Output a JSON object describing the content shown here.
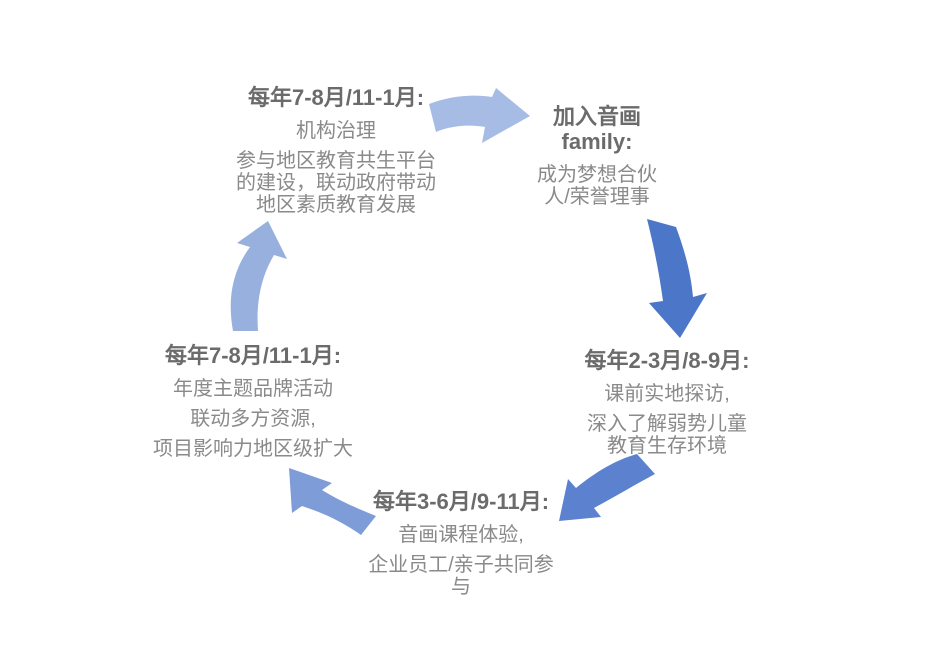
{
  "diagram": {
    "name": "annual-partner-cycle",
    "text_colors": {
      "header": "#6b6b6b",
      "body": "#8a8a8a"
    },
    "steps": [
      {
        "id": "governance",
        "header_lines": [
          "每年7-8月/11-1月:"
        ],
        "paragraphs": [
          [
            "机构治理"
          ],
          [
            "参与地区教育共生平台",
            "的建设，联动政府带动",
            "地区素质教育发展"
          ]
        ]
      },
      {
        "id": "join-family",
        "header_lines": [
          "加入音画",
          "family:"
        ],
        "paragraphs": [
          [
            "成为梦想合伙",
            "人/荣誉理事"
          ]
        ]
      },
      {
        "id": "field-visit",
        "header_lines": [
          "每年2-3月/8-9月:"
        ],
        "paragraphs": [
          [
            "课前实地探访,"
          ],
          [
            "深入了解弱势儿童",
            "教育生存环境"
          ]
        ]
      },
      {
        "id": "course-experience",
        "header_lines": [
          "每年3-6月/9-11月:"
        ],
        "paragraphs": [
          [
            "音画课程体验,"
          ],
          [
            "企业员工/亲子共同参",
            "与"
          ]
        ]
      },
      {
        "id": "brand-activity",
        "header_lines": [
          "每年7-8月/11-1月:"
        ],
        "paragraphs": [
          [
            "年度主题品牌活动"
          ],
          [
            "联动多方资源,"
          ],
          [
            "项目影响力地区级扩大"
          ]
        ]
      }
    ],
    "arrows": [
      {
        "name": "arrow-top",
        "color": "#a6bce4"
      },
      {
        "name": "arrow-right",
        "color": "#4c77c9"
      },
      {
        "name": "arrow-bottom-right",
        "color": "#5c82cf"
      },
      {
        "name": "arrow-bottom-left",
        "color": "#7e9cd8"
      },
      {
        "name": "arrow-left",
        "color": "#98b0de"
      }
    ]
  }
}
